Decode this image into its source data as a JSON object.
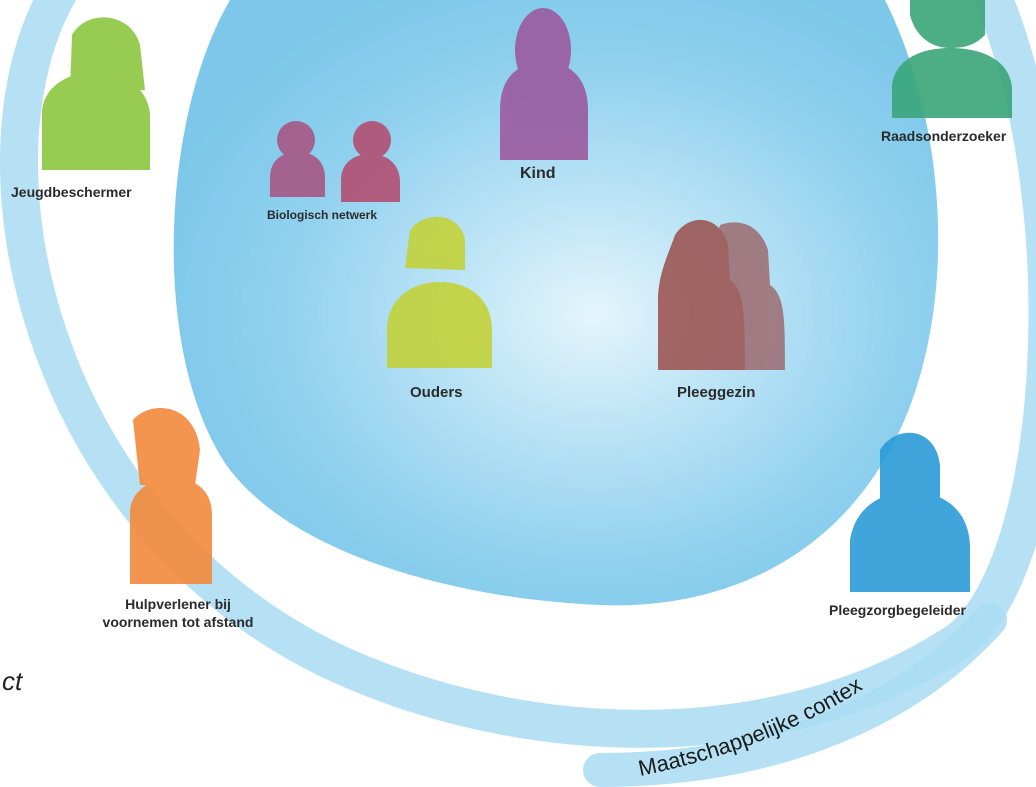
{
  "colors": {
    "inner_circle": "#8fd0ee",
    "inner_circle_light": "#d9f0fb",
    "outer_ring": "#a9dcf2",
    "kind": "#9b5aa0",
    "biologisch_netwerk": "#a8507f",
    "ouders": "#c3d23a",
    "pleeggezin": "#9a4e4a",
    "jeugdbeschermer": "#8cc63f",
    "raadsonderzoeker": "#3aa67a",
    "hulpverlener": "#f28a3b",
    "pleegzorgbegeleider": "#2a9bd7"
  },
  "figures": {
    "kind": "Kind",
    "biologisch_netwerk": "Biologisch netwerk",
    "ouders": "Ouders",
    "pleeggezin": "Pleeggezin",
    "jeugdbeschermer": "Jeugdbeschermer",
    "raadsonderzoeker": "Raadsonderzoeker",
    "hulpverlener_line1": "Hulpverlener bij",
    "hulpverlener_line2": "voornemen tot afstand",
    "pleegzorgbegeleider": "Pleegzorgbegeleider"
  },
  "ring_label": "Maatschappelijke contex",
  "partial_text": "ct"
}
